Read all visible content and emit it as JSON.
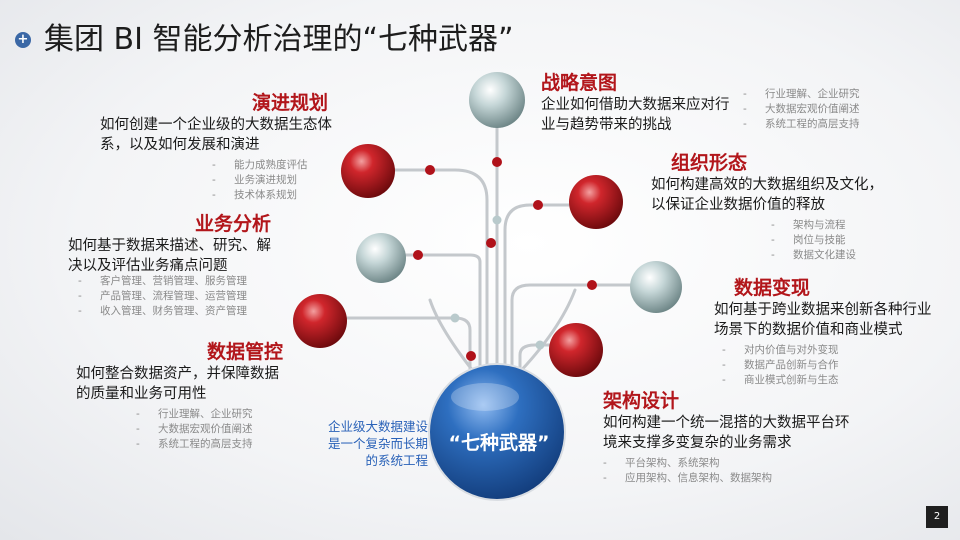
{
  "title": "集团 BI 智能分析治理的“七种武器”",
  "bullet_icon": "plus-circle-icon",
  "center": {
    "label": "“七种武器”",
    "note": "企业级大数据建设是一个复杂而长期的系统工程"
  },
  "weapons_left": [
    {
      "title": "演进规划",
      "desc": "如何创建一个企业级的大数据生态体系，以及如何发展和演进",
      "items": [
        "能力成熟度评估",
        "业务演进规划",
        "技术体系规划"
      ]
    },
    {
      "title": "业务分析",
      "desc": "如何基于数据来描述、研究、解决以及评估业务痛点问题",
      "items": [
        "客户管理、营销管理、服务管理",
        "产品管理、流程管理、运营管理",
        "收入管理、财务管理、资产管理"
      ]
    },
    {
      "title": "数据管控",
      "desc": "如何整合数据资产，并保障数据的质量和业务可用性",
      "items": [
        "行业理解、企业研究",
        "大数据宏观价值阐述",
        "系统工程的高层支持"
      ]
    }
  ],
  "weapons_right": [
    {
      "title": "战略意图",
      "desc": "企业如何借助大数据来应对行业与趋势带来的挑战",
      "items": [
        "行业理解、企业研究",
        "大数据宏观价值阐述",
        "系统工程的高层支持"
      ]
    },
    {
      "title": "组织形态",
      "desc": "如何构建高效的大数据组织及文化，以保证企业数据价值的释放",
      "items": [
        "架构与流程",
        "岗位与技能",
        "数据文化建设"
      ]
    },
    {
      "title": "数据变现",
      "desc": "如何基于跨业数据来创新各种行业场景下的数据价值和商业模式",
      "items": [
        "对内价值与对外变现",
        "数据产品创新与合作",
        "商业模式创新与生态"
      ]
    },
    {
      "title": "架构设计",
      "desc": "如何构建一个统一混搭的大数据平台环境来支撑多变复杂的业务需求",
      "items": [
        "平台架构、系统架构",
        "应用架构、信息架构、数据架构"
      ]
    }
  ],
  "colors": {
    "accent_red": "#b2161b",
    "center_blue": "#2e6fc0",
    "gray_sphere": "#a9c2c3"
  },
  "page_number": "2"
}
